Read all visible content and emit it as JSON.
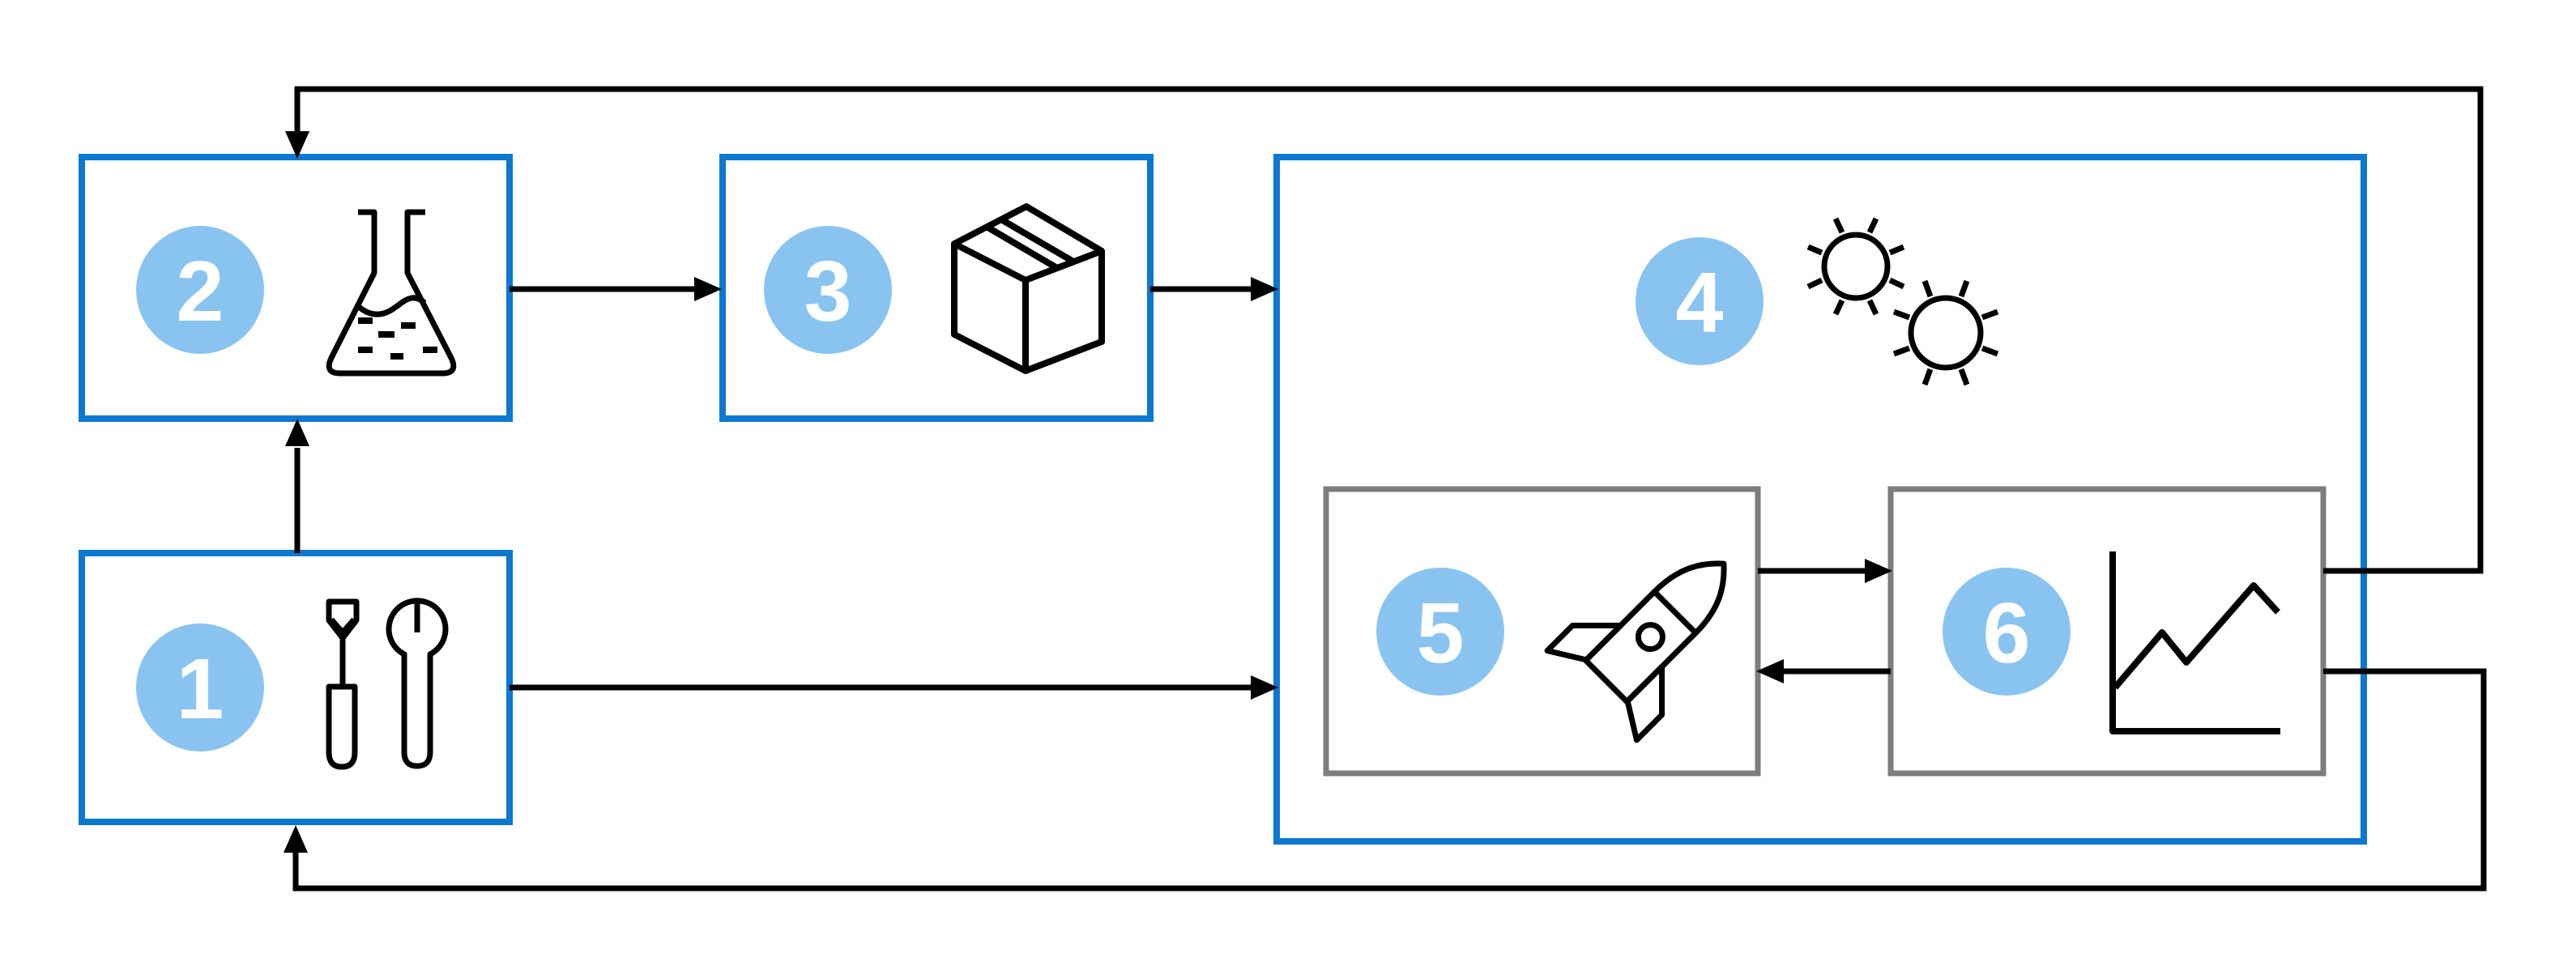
{
  "diagram": {
    "type": "flowchart",
    "background": "#ffffff",
    "colors": {
      "primary_box_border": "#0b78d2",
      "inner_box_border": "#7d7d7d",
      "badge_fill": "#89c4f1",
      "badge_text": "#ffffff",
      "connector": "#000000",
      "icon": "#000000"
    },
    "nodes": [
      {
        "number": "1",
        "icon": "tools-icon"
      },
      {
        "number": "2",
        "icon": "flask-icon"
      },
      {
        "number": "3",
        "icon": "package-icon"
      },
      {
        "number": "4",
        "icon": "suns-icon",
        "contains": [
          "5",
          "6"
        ]
      },
      {
        "number": "5",
        "icon": "rocket-icon"
      },
      {
        "number": "6",
        "icon": "chart-icon"
      }
    ],
    "edges": [
      {
        "from": "1",
        "to": "2"
      },
      {
        "from": "2",
        "to": "3"
      },
      {
        "from": "3",
        "to": "4"
      },
      {
        "from": "1",
        "to": "4"
      },
      {
        "from": "5",
        "to": "6"
      },
      {
        "from": "6",
        "to": "5"
      },
      {
        "from": "6",
        "to": "2",
        "path": "feedback-top-loop"
      },
      {
        "from": "6",
        "to": "1",
        "path": "feedback-bottom-loop"
      }
    ]
  }
}
